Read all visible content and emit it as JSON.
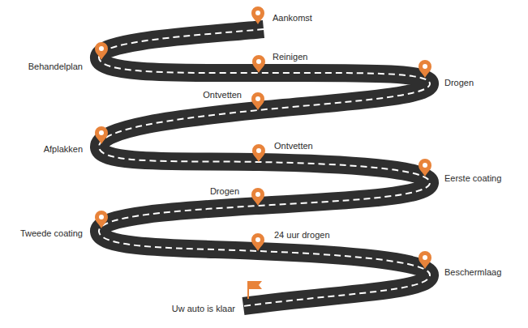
{
  "diagram": {
    "labels": [
      "Aankomst",
      "Behandelplan",
      "Reinigen",
      "Drogen",
      "Ontvetten",
      "Afplakken",
      "Ontvetten",
      "Eerste coating",
      "Drogen",
      "Tweede coating",
      "24 uur drogen",
      "Beschermlaag",
      "Uw auto is klaar"
    ]
  }
}
